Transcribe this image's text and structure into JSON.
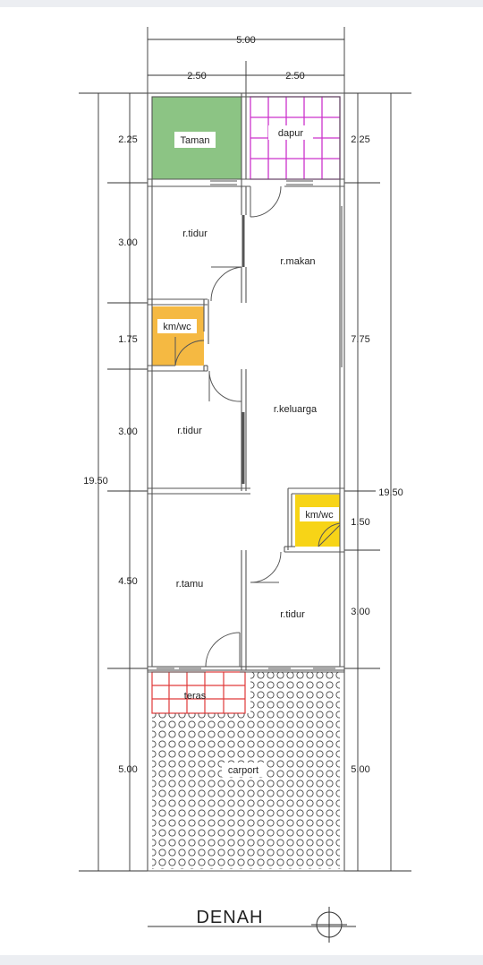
{
  "title": "DENAH",
  "dimensions": {
    "top_total": "5.00",
    "top_left": "2.50",
    "top_right": "2.50",
    "left": [
      "2.25",
      "3.00",
      "1.75",
      "3.00",
      "4.50",
      "5.00"
    ],
    "left_total": "19.50",
    "right": [
      "2.25",
      "7.75",
      "1.50",
      "3.00",
      "5.00"
    ],
    "right_total": "19.50"
  },
  "rooms": {
    "taman": "Taman",
    "dapur": "dapur",
    "tidur1": "r.tidur",
    "makan": "r.makan",
    "kmwc1": "km/wc",
    "keluarga": "r.keluarga",
    "tidur2": "r.tidur",
    "kmwc2": "km/wc",
    "tamu": "r.tamu",
    "tidur3": "r.tidur",
    "teras": "teras",
    "carport": "carport"
  },
  "colors": {
    "taman": "#8cc484",
    "dapur_grid": "#cc33cc",
    "kmwc1": "#f5b942",
    "kmwc2": "#f7d417",
    "teras_grid": "#e03a3a",
    "wall": "#555555"
  },
  "icons": {
    "north": "north-arrow-icon"
  }
}
